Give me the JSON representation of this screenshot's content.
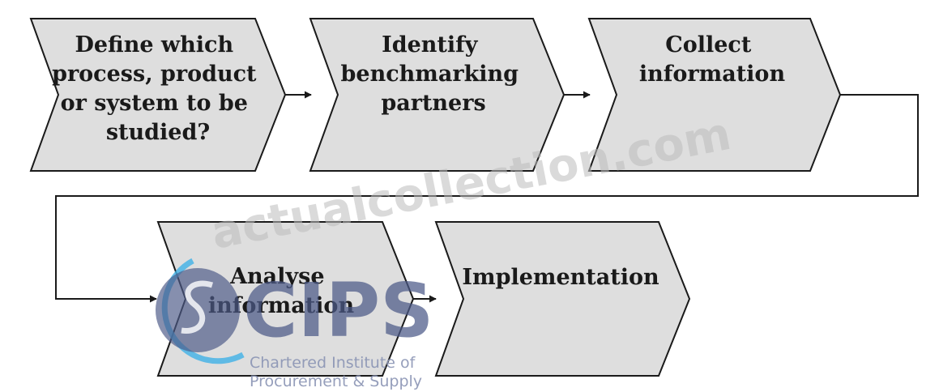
{
  "steps": [
    {
      "lines": [
        "Define which",
        "process, product",
        "or system to be",
        "studied?"
      ]
    },
    {
      "lines": [
        "Identify",
        "benchmarking",
        "partners"
      ]
    },
    {
      "lines": [
        "Collect",
        "information"
      ]
    },
    {
      "lines": [
        "Analyse",
        "information"
      ]
    },
    {
      "lines": [
        "Implementation"
      ]
    }
  ],
  "watermark": {
    "text": "actualcollection.com"
  },
  "logo": {
    "word": "CIPS",
    "line1": "Chartered Institute of",
    "line2": "Procurement & Supply"
  },
  "colors": {
    "chevron_fill": "#dedede",
    "chevron_stroke": "#1a1a1a",
    "connector": "#1a1a1a",
    "logo_primary": "#4c5a88",
    "logo_accent": "#3fb0e6"
  }
}
